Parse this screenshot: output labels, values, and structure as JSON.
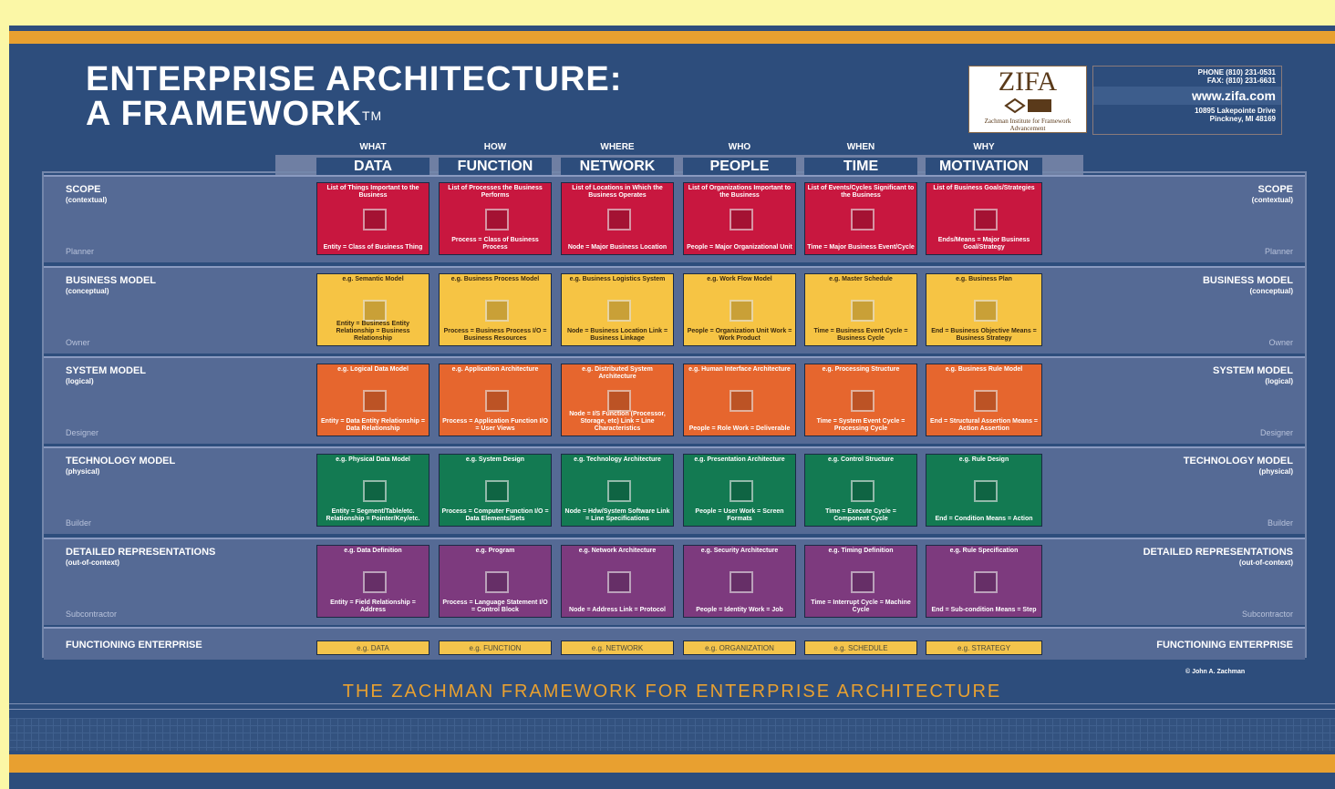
{
  "title": {
    "line1": "ENTERPRISE ARCHITECTURE:",
    "line2": "A FRAMEWORK",
    "tm": "TM"
  },
  "logo": {
    "text": "ZIFA",
    "sub": "Zachman Institute for Framework Advancement"
  },
  "contact": {
    "phone": "PHONE (810) 231-0531",
    "fax": "FAX: (810) 231-6631",
    "web": "www.zifa.com",
    "address1": "10895 Lakepointe Drive",
    "address2": "Pinckney, MI 48169"
  },
  "columns": [
    {
      "q": "WHAT",
      "h": "DATA"
    },
    {
      "q": "HOW",
      "h": "FUNCTION"
    },
    {
      "q": "WHERE",
      "h": "NETWORK"
    },
    {
      "q": "WHO",
      "h": "PEOPLE"
    },
    {
      "q": "WHEN",
      "h": "TIME"
    },
    {
      "q": "WHY",
      "h": "MOTIVATION"
    }
  ],
  "rows": [
    {
      "name": "SCOPE",
      "sub": "(contextual)",
      "role": "Planner",
      "color": "#c8173f",
      "cells": [
        {
          "top": "List of Things Important to the Business",
          "bot": "Entity = Class of Business Thing"
        },
        {
          "top": "List of Processes the Business Performs",
          "bot": "Process = Class of Business Process"
        },
        {
          "top": "List of Locations in Which the Business Operates",
          "bot": "Node = Major Business Location"
        },
        {
          "top": "List of Organizations Important to the Business",
          "bot": "People = Major Organizational Unit"
        },
        {
          "top": "List of Events/Cycles Significant to the Business",
          "bot": "Time = Major Business Event/Cycle"
        },
        {
          "top": "List of Business Goals/Strategies",
          "bot": "Ends/Means = Major Business Goal/Strategy"
        }
      ]
    },
    {
      "name": "BUSINESS MODEL",
      "sub": "(conceptual)",
      "role": "Owner",
      "color": "#f6c444",
      "cells": [
        {
          "top": "e.g. Semantic Model",
          "bot": "Entity = Business Entity Relationship = Business Relationship"
        },
        {
          "top": "e.g. Business Process Model",
          "bot": "Process = Business Process I/O = Business Resources"
        },
        {
          "top": "e.g. Business Logistics System",
          "bot": "Node = Business Location Link = Business Linkage"
        },
        {
          "top": "e.g. Work Flow Model",
          "bot": "People = Organization Unit Work = Work Product"
        },
        {
          "top": "e.g. Master Schedule",
          "bot": "Time = Business Event Cycle = Business Cycle"
        },
        {
          "top": "e.g. Business Plan",
          "bot": "End = Business Objective Means = Business Strategy"
        }
      ]
    },
    {
      "name": "SYSTEM MODEL",
      "sub": "(logical)",
      "role": "Designer",
      "color": "#e6662e",
      "cells": [
        {
          "top": "e.g. Logical Data Model",
          "bot": "Entity = Data Entity Relationship = Data Relationship"
        },
        {
          "top": "e.g. Application Architecture",
          "bot": "Process = Application Function I/O = User Views"
        },
        {
          "top": "e.g. Distributed System Architecture",
          "bot": "Node = I/S Function (Processor, Storage, etc) Link = Line Characteristics"
        },
        {
          "top": "e.g. Human Interface Architecture",
          "bot": "People = Role Work = Deliverable"
        },
        {
          "top": "e.g. Processing Structure",
          "bot": "Time = System Event Cycle = Processing Cycle"
        },
        {
          "top": "e.g. Business Rule Model",
          "bot": "End = Structural Assertion Means = Action Assertion"
        }
      ]
    },
    {
      "name": "TECHNOLOGY MODEL",
      "sub": "(physical)",
      "role": "Builder",
      "color": "#137a52",
      "cells": [
        {
          "top": "e.g. Physical Data Model",
          "bot": "Entity = Segment/Table/etc. Relationship = Pointer/Key/etc."
        },
        {
          "top": "e.g. System Design",
          "bot": "Process = Computer Function I/O = Data Elements/Sets"
        },
        {
          "top": "e.g. Technology Architecture",
          "bot": "Node = Hdw/System Software Link = Line Specifications"
        },
        {
          "top": "e.g. Presentation Architecture",
          "bot": "People = User Work = Screen Formats"
        },
        {
          "top": "e.g. Control Structure",
          "bot": "Time = Execute Cycle = Component Cycle"
        },
        {
          "top": "e.g. Rule Design",
          "bot": "End = Condition Means = Action"
        }
      ]
    },
    {
      "name": "DETAILED REPRESENTATIONS",
      "sub": "(out-of-context)",
      "role": "Subcontractor",
      "color": "#7d3a7e",
      "cells": [
        {
          "top": "e.g. Data Definition",
          "bot": "Entity = Field Relationship = Address"
        },
        {
          "top": "e.g. Program",
          "bot": "Process = Language Statement I/O = Control Block"
        },
        {
          "top": "e.g. Network Architecture",
          "bot": "Node = Address Link = Protocol"
        },
        {
          "top": "e.g. Security Architecture",
          "bot": "People = Identity Work = Job"
        },
        {
          "top": "e.g. Timing Definition",
          "bot": "Time = Interrupt Cycle = Machine Cycle"
        },
        {
          "top": "e.g. Rule Specification",
          "bot": "End = Sub-condition Means = Step"
        }
      ]
    }
  ],
  "functioning": {
    "label": "FUNCTIONING ENTERPRISE",
    "cells": [
      "e.g. DATA",
      "e.g. FUNCTION",
      "e.g. NETWORK",
      "e.g. ORGANIZATION",
      "e.g. SCHEDULE",
      "e.g. STRATEGY"
    ],
    "color": "#f4c44c"
  },
  "footer": {
    "title": "THE ZACHMAN FRAMEWORK FOR ENTERPRISE ARCHITECTURE",
    "copyright": "© John A. Zachman"
  },
  "colors": {
    "background": "#2d4d7c",
    "stripe": "#e8a030",
    "page": "#fbf7a6"
  }
}
